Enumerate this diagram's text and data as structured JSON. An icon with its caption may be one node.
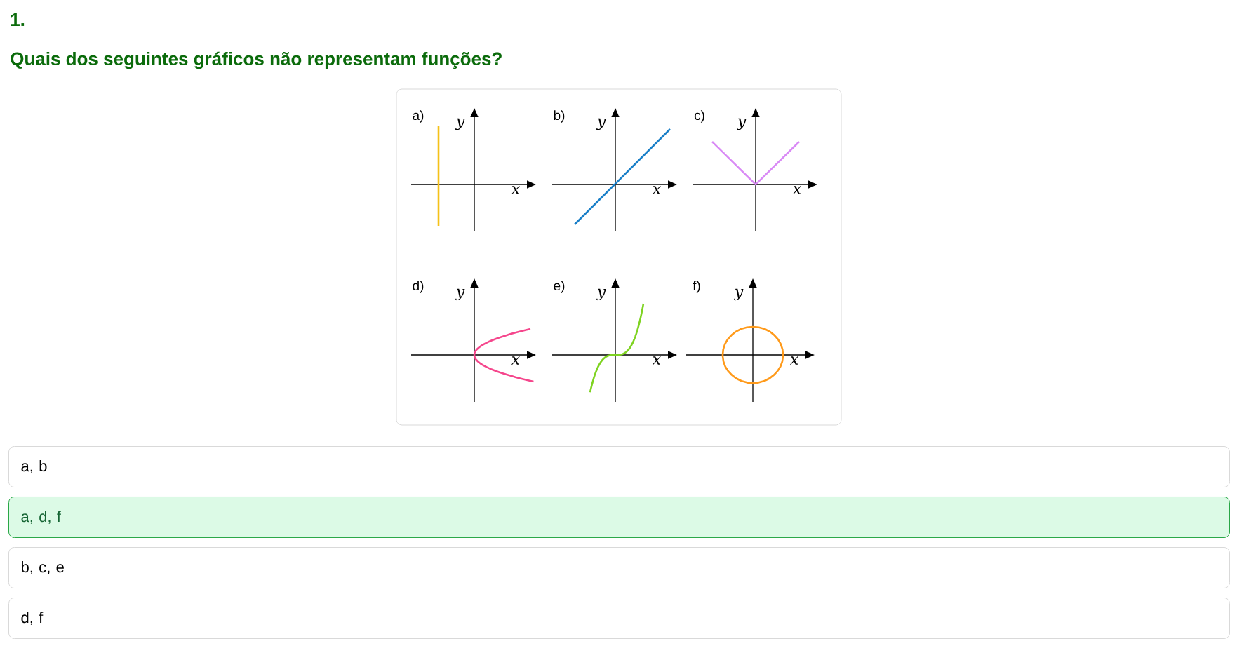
{
  "diagram": {
    "title": "Quais dos seguintes gráficos não representam funções?",
    "nodes": [
      {
        "text": [
          "a, b"
        ]
      },
      {
        "text": [
          "a, d, f"
        ]
      },
      {
        "text": [
          "b, c, e"
        ]
      },
      {
        "text": [
          "d, f"
        ]
      }
    ],
    "labels": [
      "1.",
      "a)",
      "y",
      "x",
      "b)",
      "y",
      "x",
      "c)",
      "y",
      "x",
      "d)",
      "y",
      "x",
      "e)",
      "y",
      "x",
      "f)",
      "y",
      "x"
    ]
  }
}
